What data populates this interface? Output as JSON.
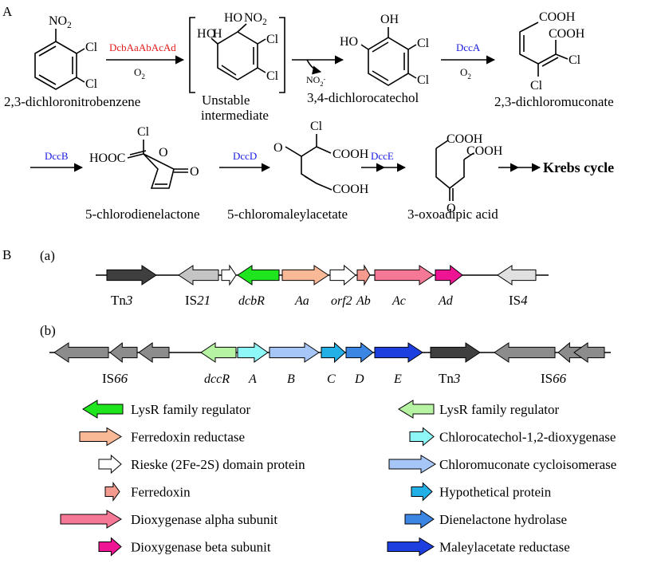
{
  "panels": {
    "a_label": "A",
    "b_label": "B",
    "sub_a": "(a)",
    "sub_b": "(b)"
  },
  "colors": {
    "enzyme_red": "#e21b1b",
    "enzyme_blue": "#1a1ae0"
  },
  "pathway": {
    "compounds": [
      {
        "name": "2,3-dichloronitrobenzene"
      },
      {
        "name_line1": "Unstable",
        "name_line2": "intermediate"
      },
      {
        "name": "3,4-dichlorocatechol"
      },
      {
        "name": "2,3-dichloromuconate"
      },
      {
        "name": "5-chlorodienelactone"
      },
      {
        "name": "5-chloromaleylacetate"
      },
      {
        "name": "3-oxoadipic acid"
      }
    ],
    "enzymes": {
      "dcb": "DcbAaAbAcAd",
      "dcca": "DccA",
      "dccb": "DccB",
      "dccd": "DccD",
      "dcce": "DccE"
    },
    "cofactors": {
      "o2_first": "O2",
      "o2_second": "O2",
      "nitrite": "NO2-"
    },
    "atoms": {
      "no2": "NO2",
      "cl": "Cl",
      "oh": "OH",
      "ho": "HO",
      "h": "H",
      "cooh": "COOH",
      "hooc": "HOOC",
      "o": "O"
    },
    "final": "Krebs cycle"
  },
  "cluster_a": {
    "labels": [
      "Tn3",
      "IS21",
      "dcbR",
      "Aa",
      "orf2",
      "Ab",
      "Ac",
      "Ad",
      "IS4"
    ],
    "genes": [
      {
        "color": "#3f3f3f"
      },
      {
        "color": "#c4c4c4"
      },
      {
        "color": "#ffffff"
      },
      {
        "color": "#1ee51e"
      },
      {
        "color": "#f9b896"
      },
      {
        "color": "#ffffff"
      },
      {
        "color": "#f49a8f"
      },
      {
        "color": "#f57896"
      },
      {
        "color": "#ef1493"
      },
      {
        "color": "#e0e0e0"
      }
    ]
  },
  "cluster_b": {
    "labels": [
      "IS66",
      "dccR",
      "A",
      "B",
      "C",
      "D",
      "E",
      "Tn3",
      "IS66"
    ],
    "genes": [
      {
        "color": "#8c8c8c"
      },
      {
        "color": "#8c8c8c"
      },
      {
        "color": "#8c8c8c"
      },
      {
        "color": "#b6f3a2"
      },
      {
        "color": "#8ef7f7"
      },
      {
        "color": "#a6c6f7"
      },
      {
        "color": "#23b0e6"
      },
      {
        "color": "#3b85e3"
      },
      {
        "color": "#1e3fe0"
      },
      {
        "color": "#3f3f3f"
      },
      {
        "color": "#8c8c8c"
      },
      {
        "color": "#8c8c8c"
      },
      {
        "color": "#8c8c8c"
      }
    ]
  },
  "legend": {
    "left": [
      {
        "label": "LysR family regulator",
        "color": "#1ee51e"
      },
      {
        "label": "Ferredoxin reductase",
        "color": "#f9b896"
      },
      {
        "label": "Rieske (2Fe-2S) domain protein",
        "color": "#ffffff"
      },
      {
        "label": "Ferredoxin",
        "color": "#f49a8f"
      },
      {
        "label": "Dioxygenase alpha subunit",
        "color": "#f57896"
      },
      {
        "label": "Dioxygenase beta subunit",
        "color": "#ef1493"
      }
    ],
    "right": [
      {
        "label": "LysR family regulator",
        "color": "#b6f3a2"
      },
      {
        "label": "Chlorocatechol-1,2-dioxygenase",
        "color": "#8ef7f7"
      },
      {
        "label": "Chloromuconate cycloisomerase",
        "color": "#a6c6f7"
      },
      {
        "label": "Hypothetical protein",
        "color": "#23b0e6"
      },
      {
        "label": "Dienelactone hydrolase",
        "color": "#3b85e3"
      },
      {
        "label": "Maleylacetate reductase",
        "color": "#1e3fe0"
      }
    ]
  }
}
